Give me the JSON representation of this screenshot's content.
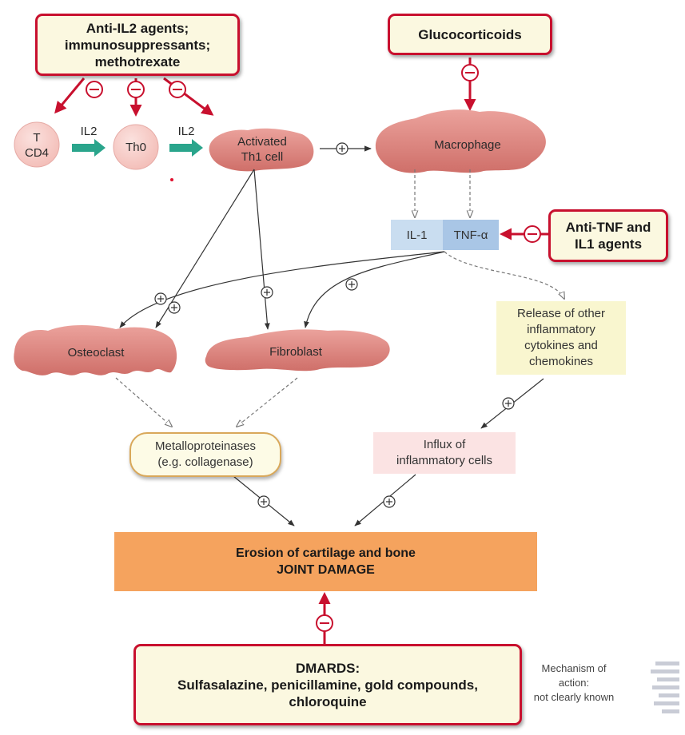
{
  "drugs": {
    "anti_il2": [
      "Anti-IL2 agents;",
      "immunosuppressants;",
      "methotrexate"
    ],
    "glucocorticoids": "Glucocorticoids",
    "anti_tnf": [
      "Anti-TNF and",
      "IL1 agents"
    ],
    "dmards": [
      "DMARDS:",
      "Sulfasalazine, penicillamine, gold compounds,",
      "chloroquine"
    ]
  },
  "cells": {
    "tcd4": [
      "T",
      "CD4"
    ],
    "th0": "Th0",
    "il2_a": "IL2",
    "il2_b": "IL2",
    "th1": [
      "Activated",
      "Th1 cell"
    ],
    "macrophage": "Macrophage",
    "osteoclast": "Osteoclast",
    "fibroblast": "Fibroblast"
  },
  "cytokines": {
    "il1": "IL-1",
    "tnf": "TNF-α"
  },
  "boxes": {
    "release": [
      "Release of other",
      "inflammatory",
      "cytokines and",
      "chemokines"
    ],
    "metallo": [
      "Metalloproteinases",
      "(e.g. collagenase)"
    ],
    "influx": [
      "Influx of",
      "inflammatory cells"
    ],
    "erosion": [
      "Erosion of cartilage and bone",
      "JOINT DAMAGE"
    ]
  },
  "note": [
    "Mechanism of",
    "action:",
    "not clearly known"
  ],
  "symbols": {
    "plus": "+",
    "minus": "−"
  },
  "colors": {
    "inhibit_red": "#c8102e",
    "cell_fill": "#d97d78",
    "teal_arrow": "#2aa58c",
    "erosion_orange": "#f5a35e",
    "il1_blue": "#c9ddf0",
    "tnf_blue": "#a9c6e6"
  }
}
